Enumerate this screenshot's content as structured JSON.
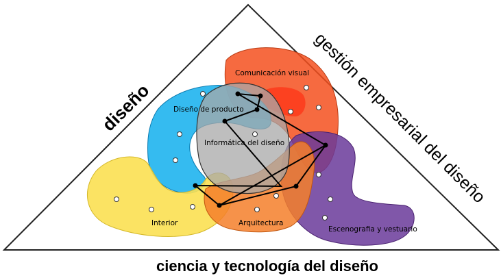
{
  "sides": {
    "left": "diseño",
    "right": "gestión empresarial del diseño",
    "bottom": "ciencia y tecnología del diseño"
  },
  "regions": {
    "comunicacion": {
      "label": "Comunicación visual",
      "color": "#f4501e"
    },
    "producto": {
      "label": "Diseño de producto",
      "color": "#1fb4ee"
    },
    "informatica": {
      "label": "Informática del diseño",
      "color": "#a8a8a8"
    },
    "interior": {
      "label": "Interior",
      "color": "#fbe052"
    },
    "arquitectura": {
      "label": "Arquitectura",
      "color": "#f57f2a"
    },
    "escenografia": {
      "label": "Escenografia y vestuario",
      "color": "#6a3a9a"
    }
  }
}
